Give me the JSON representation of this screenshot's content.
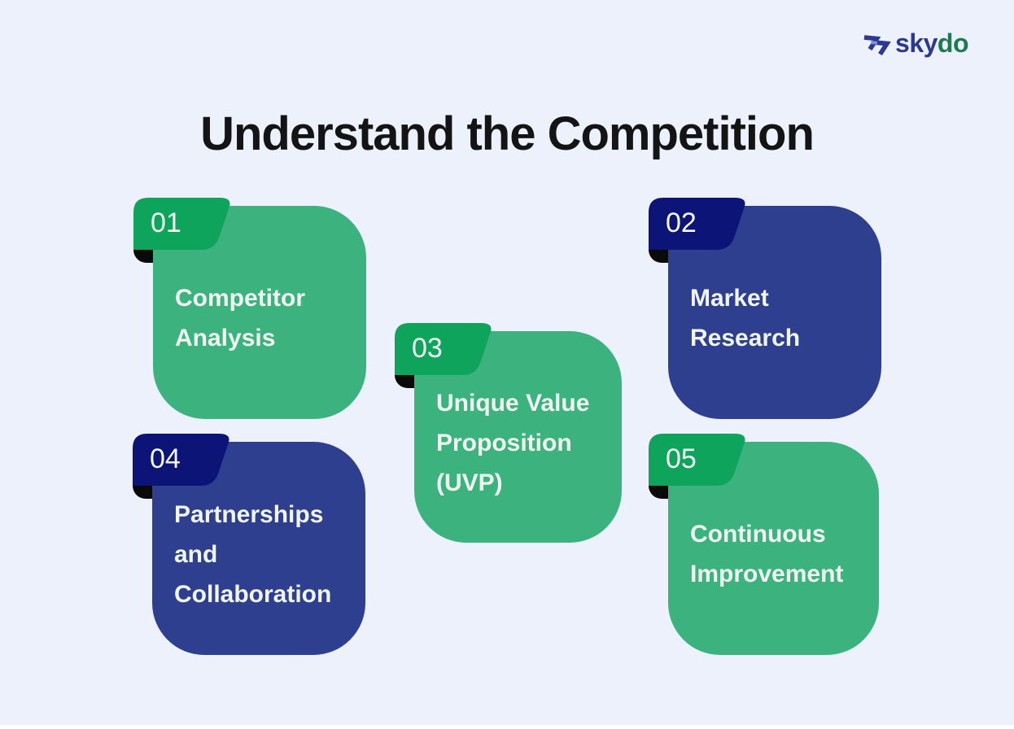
{
  "page": {
    "title": "Understand the Competition",
    "title_color": "#141414",
    "background_color": "#ECF1FB",
    "bottom_strip_color": "#FDFEFF"
  },
  "logo": {
    "text_sky": "sky",
    "text_do": "do",
    "sky_color": "#2B3A8E",
    "do_color": "#1E7A4F",
    "icon": "skydo-chevron-s-icon",
    "icon_color": "#2B3A8E",
    "icon_accent_color": "#7D90E6"
  },
  "notch_color": "#0A0A0B",
  "cards": [
    {
      "number": "01",
      "title": "Competitor Analysis",
      "lines": [
        "Competitor",
        "Analysis"
      ],
      "variant": "green",
      "tab_color": "#0FA45C",
      "body_color": "#3CB27E",
      "number_color": "#F2F7F3",
      "text_color": "#F1F5F2"
    },
    {
      "number": "02",
      "title": "Market Research",
      "lines": [
        "Market",
        "Research"
      ],
      "variant": "blue",
      "tab_color": "#0D1478",
      "body_color": "#2E3F8F",
      "number_color": "#F2F7F3",
      "text_color": "#F1F5F2"
    },
    {
      "number": "03",
      "title": "Unique Value Proposition (UVP)",
      "lines": [
        "Unique Value",
        "Proposition",
        "(UVP)"
      ],
      "variant": "green",
      "tab_color": "#0FA45C",
      "body_color": "#3CB27E",
      "number_color": "#F2F7F3",
      "text_color": "#F1F5F2"
    },
    {
      "number": "04",
      "title": "Partnerships and Collaboration",
      "lines": [
        "Partnerships",
        "and",
        "Collaboration"
      ],
      "variant": "blue",
      "tab_color": "#0D1478",
      "body_color": "#2E3F8F",
      "number_color": "#F2F7F3",
      "text_color": "#F1F5F2"
    },
    {
      "number": "05",
      "title": "Continuous Improvement",
      "lines": [
        "Continuous",
        "Improvement"
      ],
      "variant": "green",
      "tab_color": "#0FA45C",
      "body_color": "#3CB27E",
      "number_color": "#F2F7F3",
      "text_color": "#F1F5F2"
    }
  ]
}
